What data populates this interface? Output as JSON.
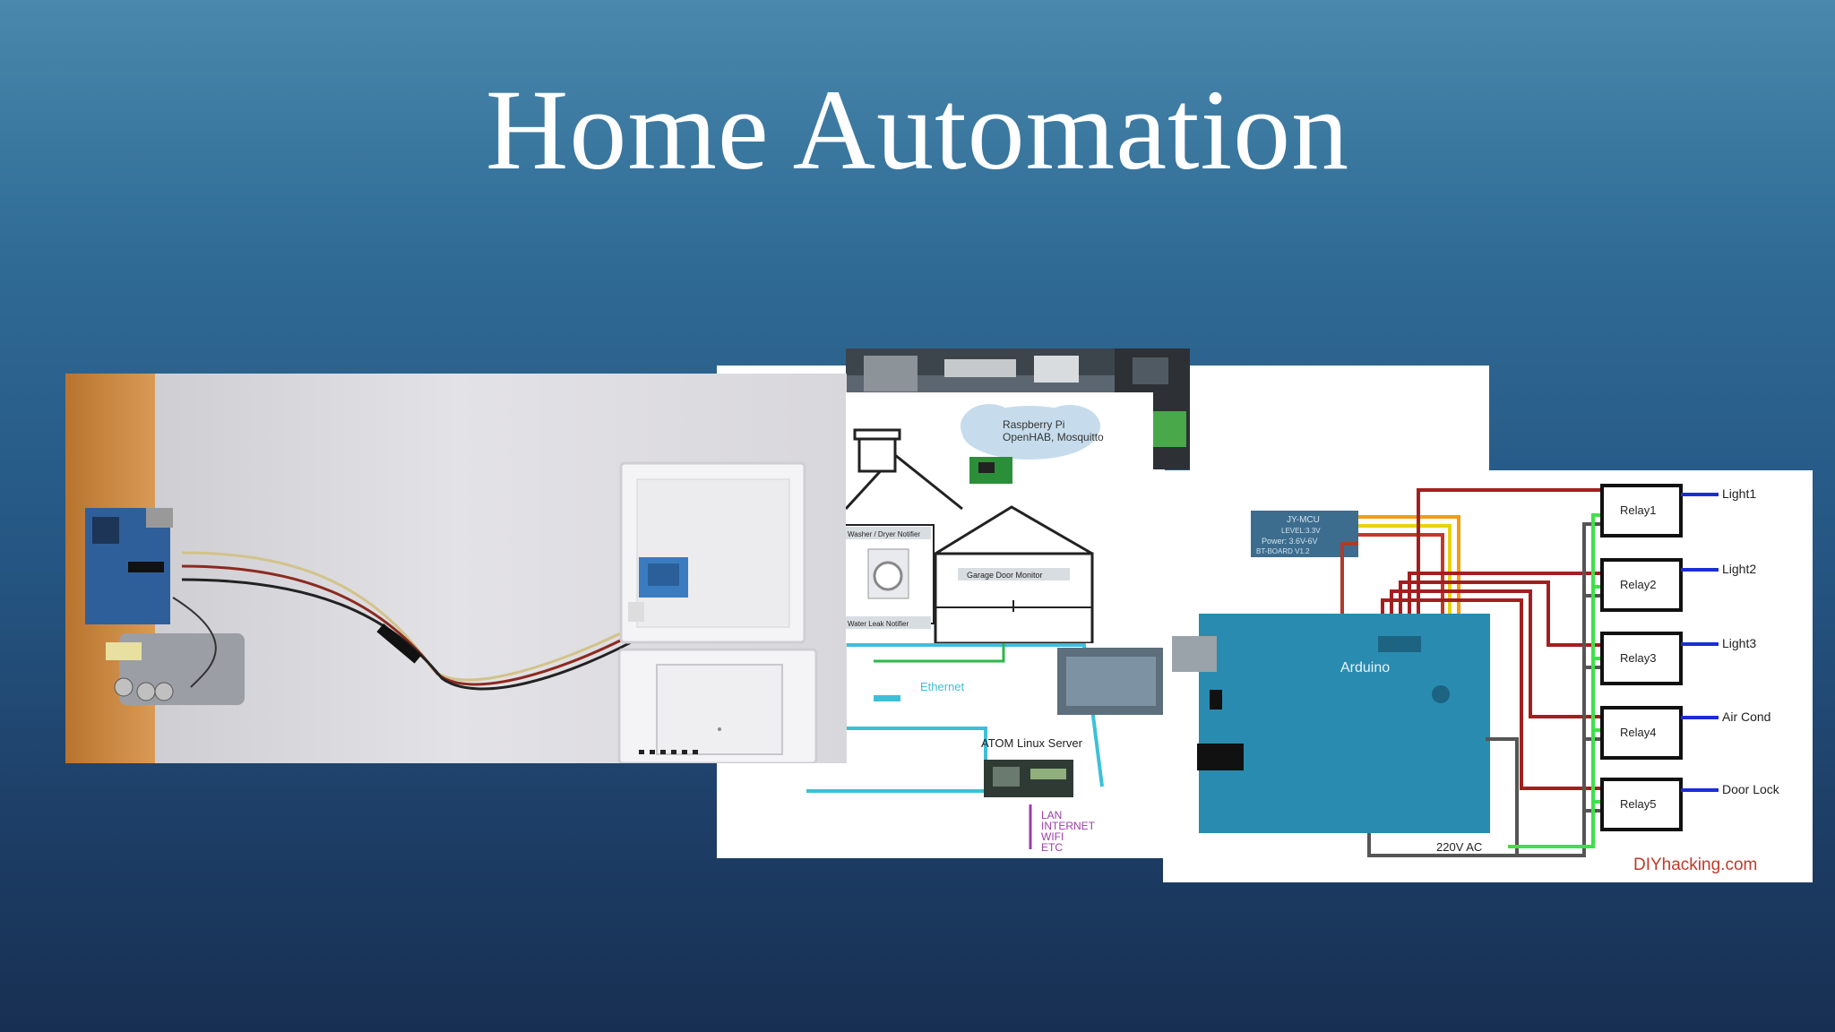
{
  "slide": {
    "title": "Home Automation"
  },
  "diagram_ha": {
    "raspberry_label_1": "Raspberry Pi",
    "raspberry_label_2": "OpenHAB, Mosquitto",
    "washer_label": "Washer / Dryer Notifier",
    "garage_label": "Garage Door Monitor",
    "water_label": "Water Leak Notifier",
    "ethernet_label": "Ethernet",
    "atom_label": "ATOM Linux Server",
    "lan_lines": [
      "LAN",
      "INTERNET",
      "WIFI",
      "ETC"
    ]
  },
  "diagram_relay": {
    "bt_module_1": "JY-MCU",
    "bt_module_2": "LEVEL:3.3V",
    "bt_module_3": "Power: 3.6V-6V",
    "bt_module_4": "BT-BOARD V1.2",
    "arduino_label": "Arduino",
    "relays": [
      "Relay1",
      "Relay2",
      "Relay3",
      "Relay4",
      "Relay5"
    ],
    "loads": [
      "Light1",
      "Light2",
      "Light3",
      "Air Cond",
      "Door Lock"
    ],
    "ac_label": "220V AC",
    "watermark": "DIYhacking.com"
  }
}
